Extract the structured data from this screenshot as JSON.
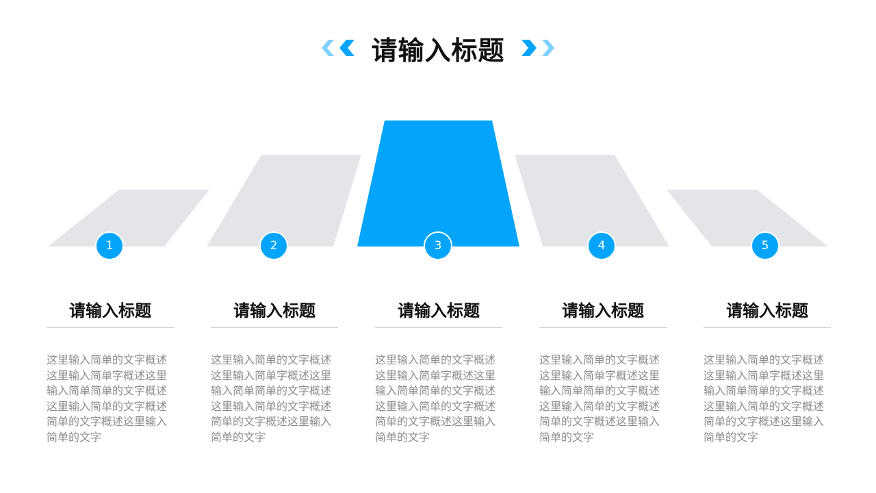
{
  "header": {
    "title": "请输入标题",
    "left_icon": "double-chevron-left-icon",
    "right_icon": "double-chevron-right-icon"
  },
  "colors": {
    "accent": "#03a5fc",
    "accent_light": "#7fd0fd",
    "inactive_shape": "#e4e5e8"
  },
  "active_step": 3,
  "steps": [
    {
      "number": "1",
      "title": "请输入标题",
      "text": "这里输入简单的文字概述这里输入简单字概述这里输入简单简单的文字概述这里输入简单的文字概述简单的文字概述这里输入简单的文字"
    },
    {
      "number": "2",
      "title": "请输入标题",
      "text": "这里输入简单的文字概述这里输入简单字概述这里输入简单简单的文字概述这里输入简单的文字概述简单的文字概述这里输入简单的文字"
    },
    {
      "number": "3",
      "title": "请输入标题",
      "text": "这里输入简单的文字概述这里输入简单字概述这里输入简单简单的文字概述这里输入简单的文字概述简单的文字概述这里输入简单的文字"
    },
    {
      "number": "4",
      "title": "请输入标题",
      "text": "这里输入简单的文字概述这里输入简单字概述这里输入简单简单的文字概述这里输入简单的文字概述简单的文字概述这里输入简单的文字"
    },
    {
      "number": "5",
      "title": "请输入标题",
      "text": "这里输入简单的文字概述这里输入简单字概述这里输入简单简单的文字概述这里输入简单的文字概述简单的文字概述这里输入简单的文字"
    }
  ]
}
